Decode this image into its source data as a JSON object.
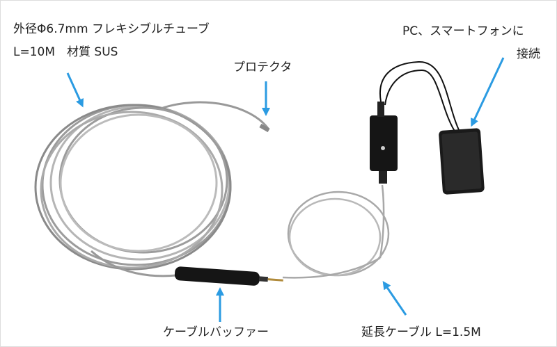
{
  "labels": {
    "tube_line1": "外径Φ6.7mm フレキシブルチューブ",
    "tube_line2": "L=10M　材質 SUS",
    "protector": "プロテクタ",
    "pc_line1": "PC、スマートフォンに",
    "pc_line2": "接続",
    "buffer": "ケーブルバッファー",
    "extension": "延長ケーブル L=1.5M"
  },
  "colors": {
    "arrow": "#2b9be2",
    "tube": "#9a9a9a",
    "device": "#151515"
  }
}
